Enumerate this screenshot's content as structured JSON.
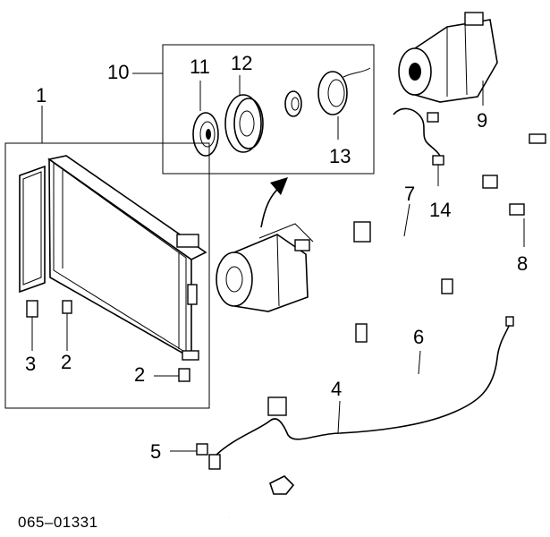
{
  "diagram": {
    "callouts": [
      {
        "id": "c1",
        "text": "1"
      },
      {
        "id": "c2a",
        "text": "2"
      },
      {
        "id": "c2b",
        "text": "2"
      },
      {
        "id": "c3",
        "text": "3"
      },
      {
        "id": "c4",
        "text": "4"
      },
      {
        "id": "c5",
        "text": "5"
      },
      {
        "id": "c6",
        "text": "6"
      },
      {
        "id": "c7",
        "text": "7"
      },
      {
        "id": "c8",
        "text": "8"
      },
      {
        "id": "c9",
        "text": "9"
      },
      {
        "id": "c10",
        "text": "10"
      },
      {
        "id": "c11",
        "text": "11"
      },
      {
        "id": "c12",
        "text": "12"
      },
      {
        "id": "c13",
        "text": "13"
      },
      {
        "id": "c14",
        "text": "14"
      }
    ],
    "reference_code": "065–01331"
  }
}
